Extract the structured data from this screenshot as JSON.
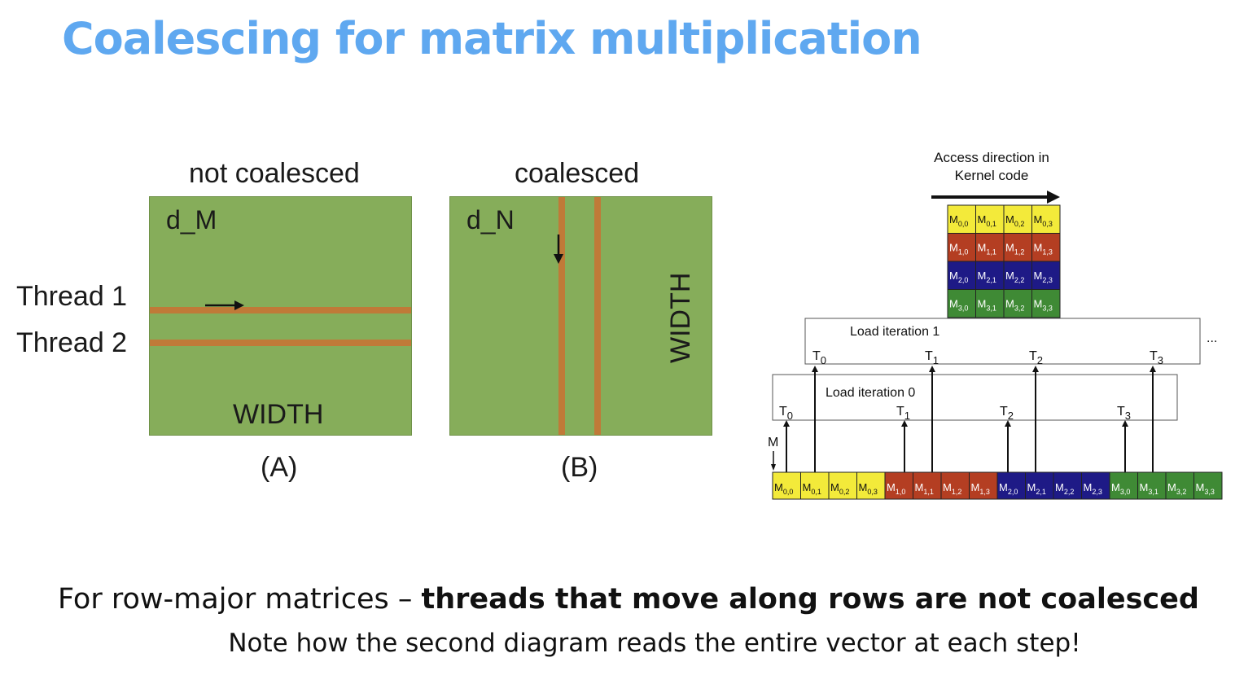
{
  "slide": {
    "title": "Coalescing for matrix multiplication",
    "bottom_prefix": "For row-major matrices – ",
    "bottom_bold": "threads that move along rows are not coalesced",
    "note": "Note how the second diagram reads the entire vector at each step!"
  },
  "panel_a": {
    "heading": "not coalesced",
    "matrix_name": "d_M",
    "thread1": "Thread 1",
    "thread2": "Thread 2",
    "width": "WIDTH",
    "caption": "(A)"
  },
  "panel_b": {
    "heading": "coalesced",
    "matrix_name": "d_N",
    "width": "WIDTH",
    "caption": "(B)"
  },
  "colors": {
    "title": "#5fa8f0",
    "matrix_green": "#86ad5a",
    "stripe": "#c07a38",
    "row0": "#f3ea3a",
    "row1": "#b43e22",
    "row2": "#1e1a86",
    "row3": "#3f8a35"
  },
  "access": {
    "line1": "Access direction in",
    "line2": "Kernel code",
    "grid": [
      [
        "0,0",
        "0,1",
        "0,2",
        "0,3"
      ],
      [
        "1,0",
        "1,1",
        "1,2",
        "1,3"
      ],
      [
        "2,0",
        "2,1",
        "2,2",
        "2,3"
      ],
      [
        "3,0",
        "3,1",
        "3,2",
        "3,3"
      ]
    ],
    "iter1": "Load iteration 1",
    "iter0": "Load iteration 0",
    "ellipsis": "...",
    "m_label": "M",
    "thread_subs": [
      "0",
      "1",
      "2",
      "3"
    ]
  }
}
